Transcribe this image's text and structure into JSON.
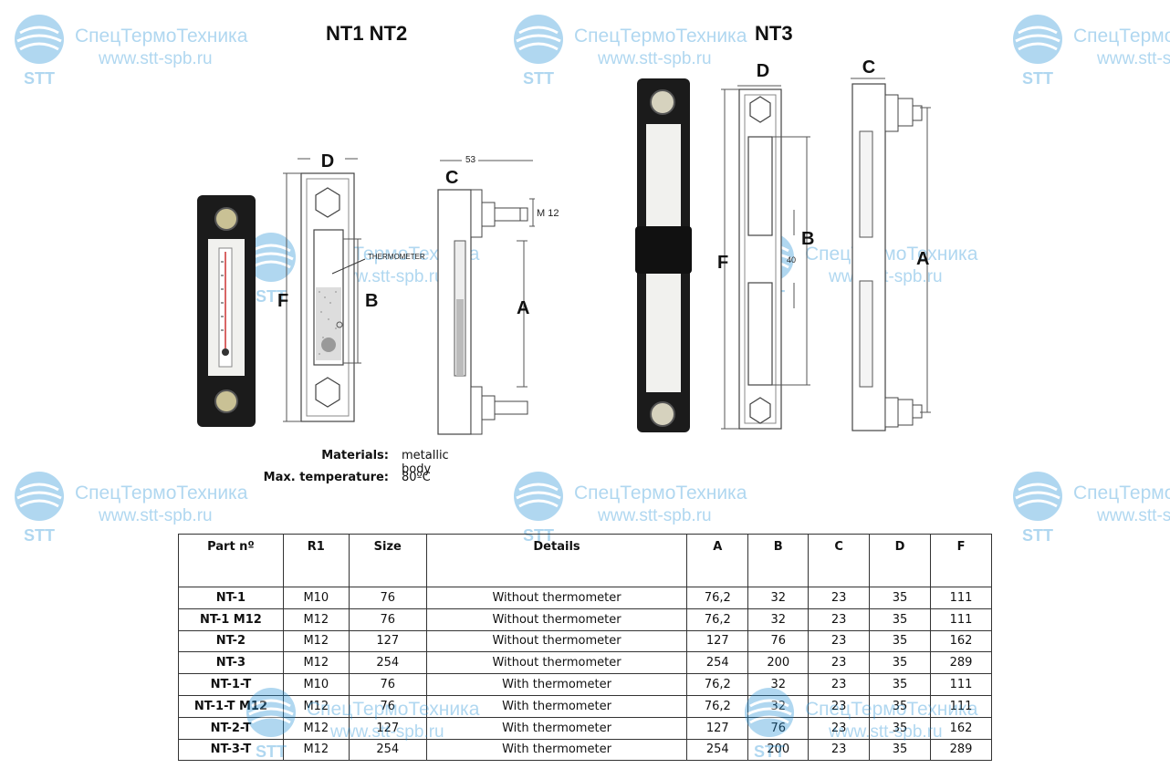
{
  "headings": {
    "left": "NT1  NT2",
    "right": "NT3"
  },
  "watermark": {
    "company": "СпецТермоТехника",
    "url": "www.stt-spb.ru",
    "logo_text": "STT",
    "color": "#1f8fd6"
  },
  "drawing_labels": {
    "d": "D",
    "c": "C",
    "f": "F",
    "b": "B",
    "a": "A",
    "dim_53": "53",
    "m12": "M 12",
    "thermometer": "THERMOMETER",
    "dim_40": "40"
  },
  "specs": [
    {
      "label": "Materials:",
      "value": "metallic body"
    },
    {
      "label": "Max. temperature:",
      "value": "80ºC"
    }
  ],
  "table": {
    "headers": [
      "Part nº",
      "R1",
      "Size",
      "Details",
      "A",
      "B",
      "C",
      "D",
      "F"
    ],
    "rows": [
      [
        "NT-1",
        "M10",
        "76",
        "Without thermometer",
        "76,2",
        "32",
        "23",
        "35",
        "111"
      ],
      [
        "NT-1 M12",
        "M12",
        "76",
        "Without thermometer",
        "76,2",
        "32",
        "23",
        "35",
        "111"
      ],
      [
        "NT-2",
        "M12",
        "127",
        "Without thermometer",
        "127",
        "76",
        "23",
        "35",
        "162"
      ],
      [
        "NT-3",
        "M12",
        "254",
        "Without thermometer",
        "254",
        "200",
        "23",
        "35",
        "289"
      ],
      [
        "NT-1-T",
        "M10",
        "76",
        "With thermometer",
        "76,2",
        "32",
        "23",
        "35",
        "111"
      ],
      [
        "NT-1-T M12",
        "M12",
        "76",
        "With thermometer",
        "76,2",
        "32",
        "23",
        "35",
        "111"
      ],
      [
        "NT-2-T",
        "M12",
        "127",
        "With thermometer",
        "127",
        "76",
        "23",
        "35",
        "162"
      ],
      [
        "NT-3-T",
        "M12",
        "254",
        "With thermometer",
        "254",
        "200",
        "23",
        "35",
        "289"
      ]
    ]
  }
}
